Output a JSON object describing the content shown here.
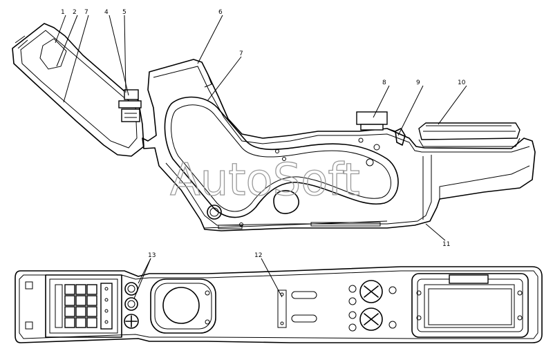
{
  "watermark": "AutoSoft",
  "callouts": [
    "1",
    "2",
    "7",
    "4",
    "5",
    "6",
    "7",
    "8",
    "9",
    "10",
    "11",
    "12",
    "13"
  ]
}
